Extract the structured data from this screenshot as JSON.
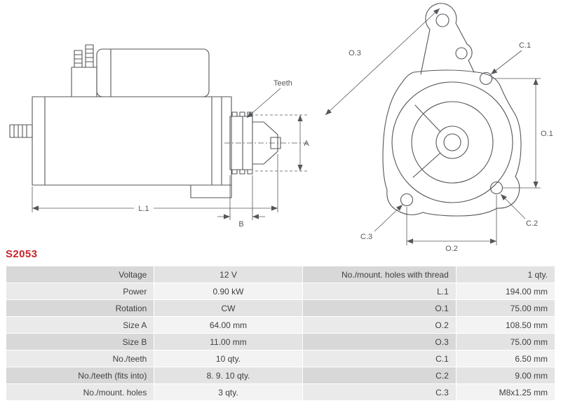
{
  "part_number": "S2053",
  "colors": {
    "part_number_red": "#c8252c",
    "drawing_gray": "#54565a",
    "row_dark": "#d8d8d8",
    "row_light": "#eaeaea"
  },
  "diagram": {
    "labels": {
      "teeth": "Teeth",
      "l1": "L.1",
      "b": "B",
      "a": "A",
      "o1": "O.1",
      "o2": "O.2",
      "o3": "O.3",
      "c1": "C.1",
      "c2": "C.2",
      "c3": "C.3"
    }
  },
  "specs": {
    "rows": [
      {
        "label_left": "Voltage",
        "value_left": "12 V",
        "label_right": "No./mount. holes with thread",
        "value_right": "1 qty."
      },
      {
        "label_left": "Power",
        "value_left": "0.90 kW",
        "label_right": "L.1",
        "value_right": "194.00 mm"
      },
      {
        "label_left": "Rotation",
        "value_left": "CW",
        "label_right": "O.1",
        "value_right": "75.00 mm"
      },
      {
        "label_left": "Size A",
        "value_left": "64.00 mm",
        "label_right": "O.2",
        "value_right": "108.50 mm"
      },
      {
        "label_left": "Size B",
        "value_left": "11.00 mm",
        "label_right": "O.3",
        "value_right": "75.00 mm"
      },
      {
        "label_left": "No./teeth",
        "value_left": "10 qty.",
        "label_right": "C.1",
        "value_right": "6.50 mm"
      },
      {
        "label_left": "No./teeth (fits into)",
        "value_left": "8. 9. 10 qty.",
        "label_right": "C.2",
        "value_right": "9.00 mm"
      },
      {
        "label_left": "No./mount. holes",
        "value_left": "3 qty.",
        "label_right": "C.3",
        "value_right": "M8x1.25 mm"
      }
    ]
  }
}
